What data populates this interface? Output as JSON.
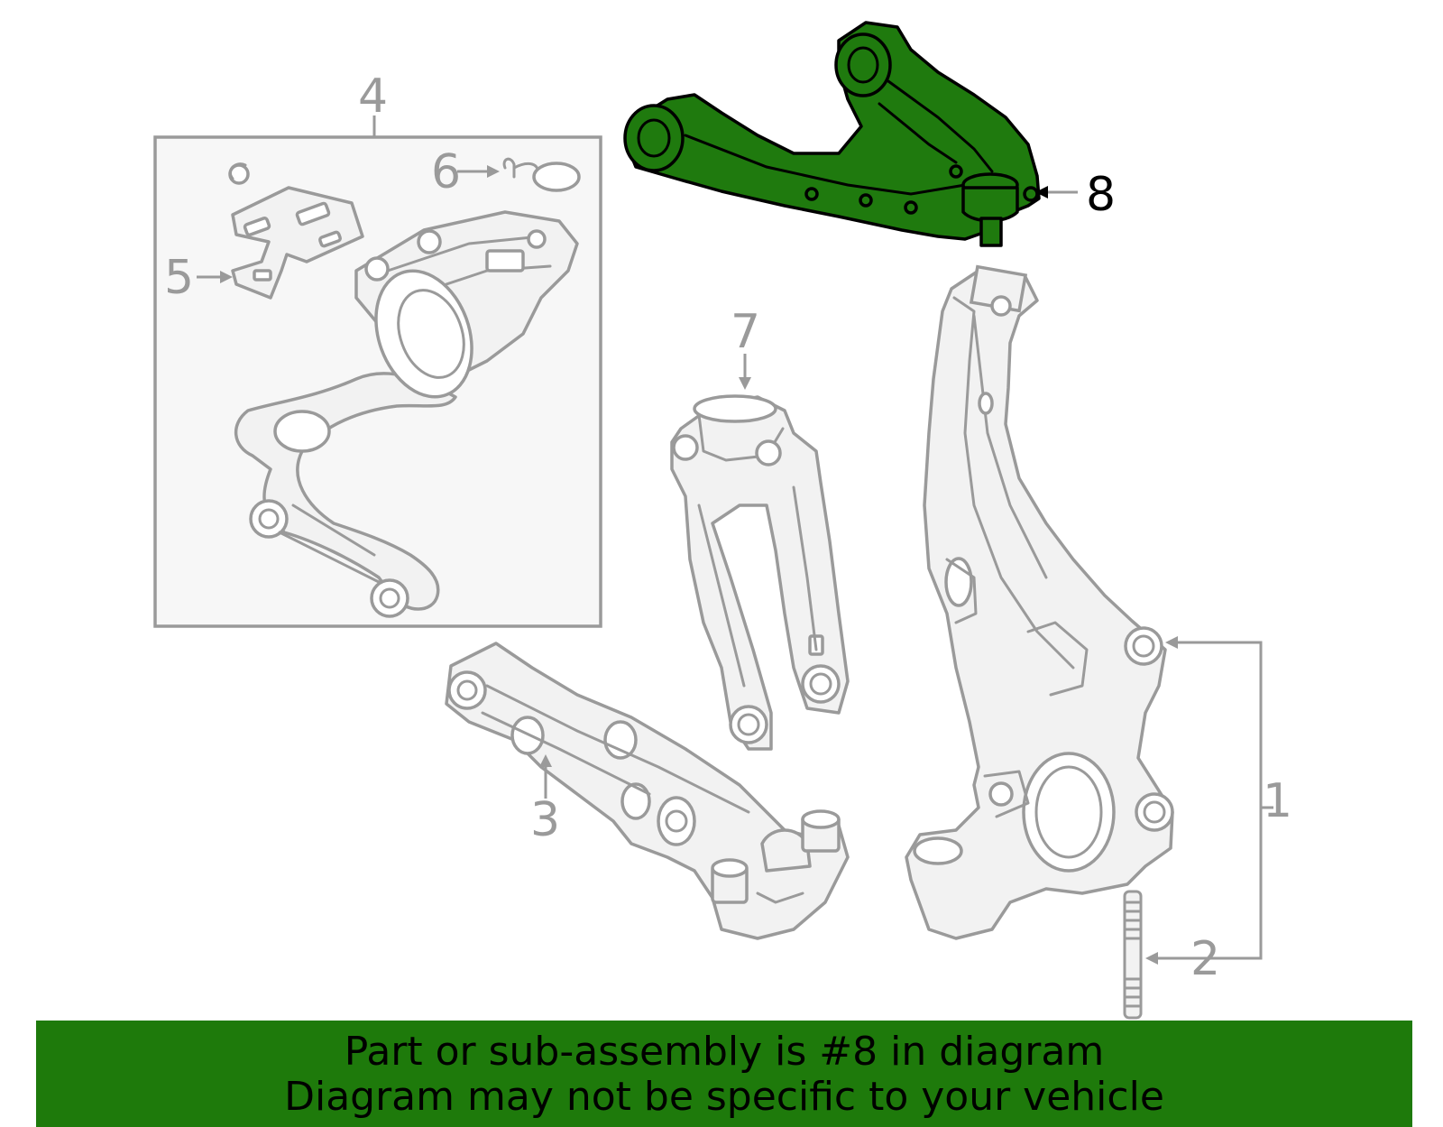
{
  "callouts": {
    "c1": "1",
    "c2": "2",
    "c3": "3",
    "c4": "4",
    "c5": "5",
    "c6": "6",
    "c7": "7",
    "c8": "8"
  },
  "highlighted_part": "8",
  "colors": {
    "highlight": "#1f7a0e",
    "banner": "#1e7a0b",
    "line_art": "#9a9a9a",
    "subassembly_box": "#f7f7f7"
  },
  "banner": {
    "line1": "Part or sub-assembly is #8 in diagram",
    "line2": "Diagram may not be specific to your vehicle"
  }
}
